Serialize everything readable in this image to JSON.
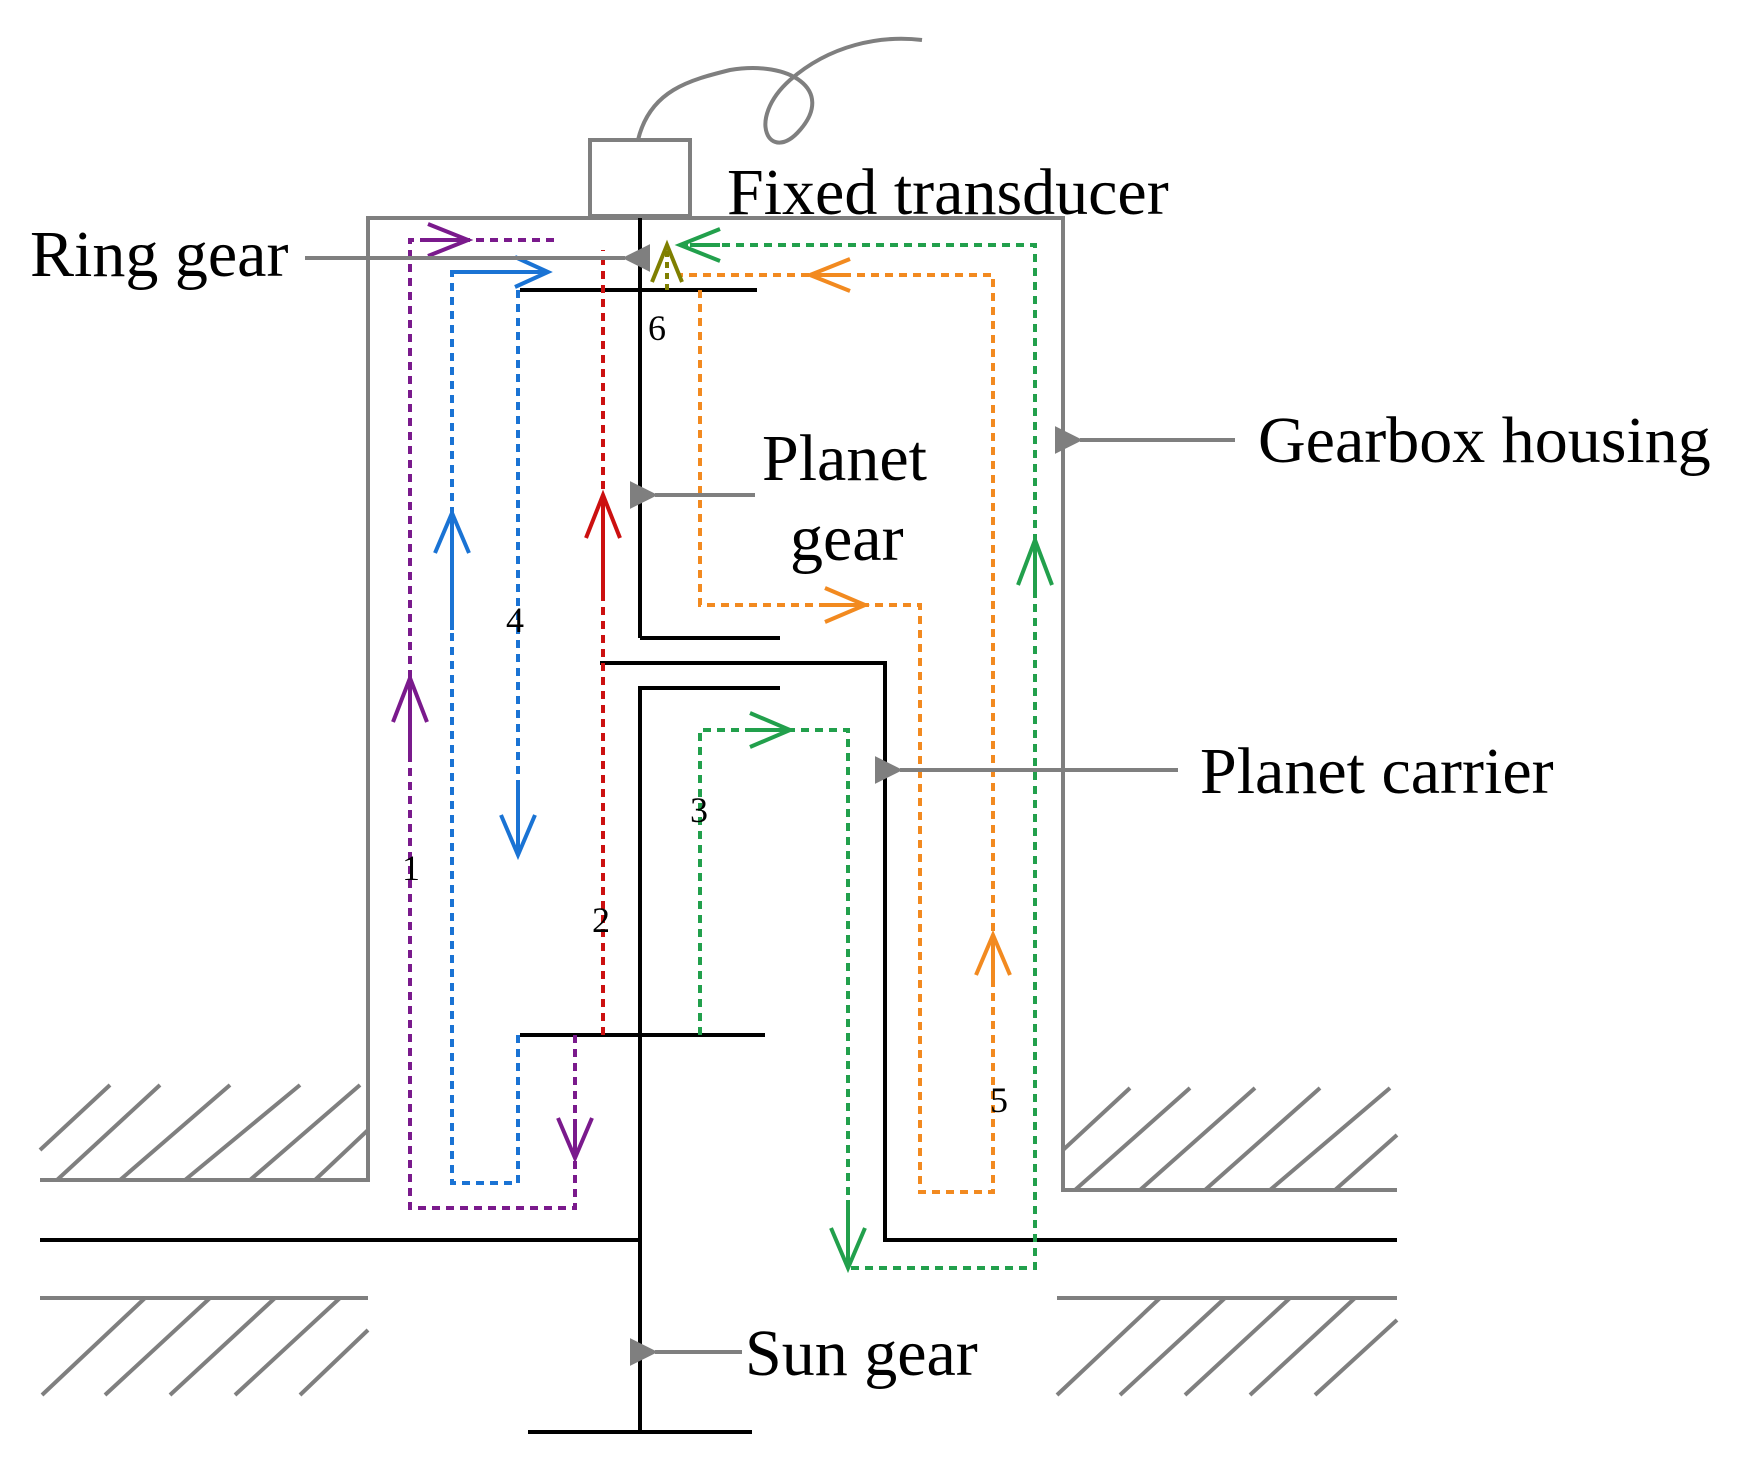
{
  "labels": {
    "fixed_transducer": "Fixed transducer",
    "ring_gear": "Ring gear",
    "gearbox_housing": "Gearbox housing",
    "planet_gear_line1": "Planet",
    "planet_gear_line2": "gear",
    "planet_carrier": "Planet carrier",
    "sun_gear": "Sun gear"
  },
  "paths": [
    {
      "label": "1",
      "color": "#7a1a8c"
    },
    {
      "label": "2",
      "color": "#cc1010"
    },
    {
      "label": "3",
      "color": "#22a04c"
    },
    {
      "label": "4",
      "color": "#1a73d4"
    },
    {
      "label": "5",
      "color": "#f28a20"
    },
    {
      "label": "6",
      "color": "#7f7f00"
    }
  ],
  "colors": {
    "structure": "#000000",
    "housing": "#7f7f7f",
    "pointer": "#7f7f7f"
  }
}
